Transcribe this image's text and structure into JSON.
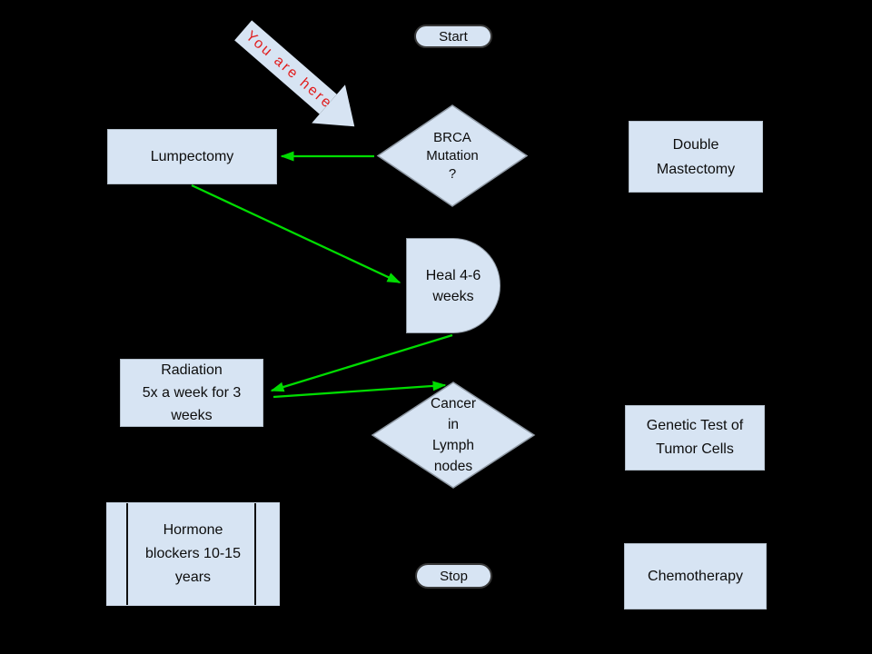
{
  "canvas": {
    "background": "#000000",
    "shape_fill": "#d7e4f3",
    "rect_border": "#b3bfcb",
    "shape_stroke": "#8f99a4",
    "oval_border": "#383838",
    "connector_color": "#00dc00",
    "annotation_color": "#e11d1d",
    "text_color": "#0d0d0d"
  },
  "nodes": {
    "start": {
      "type": "terminator",
      "label": "Start"
    },
    "you_are_here": {
      "type": "annotation-arrow",
      "label": "You are here"
    },
    "brca": {
      "type": "decision",
      "label": "BRCA\nMutation\n?"
    },
    "lumpectomy": {
      "type": "process",
      "label": "Lumpectomy"
    },
    "double_mastectomy": {
      "type": "process",
      "label": "Double\nMastectomy"
    },
    "heal": {
      "type": "delay",
      "label": "Heal 4-6\nweeks"
    },
    "radiation": {
      "type": "process",
      "label": "Radiation\n5x a week for 3\nweeks"
    },
    "cancer_lymph": {
      "type": "decision",
      "label": "Cancer\nin\nLymph\nnodes"
    },
    "genetic_test": {
      "type": "process",
      "label": "Genetic Test of\nTumor Cells"
    },
    "hormone": {
      "type": "predefined-process",
      "label": "Hormone\nblockers 10-15\nyears"
    },
    "stop": {
      "type": "terminator",
      "label": "Stop"
    },
    "chemotherapy": {
      "type": "process",
      "label": "Chemotherapy"
    }
  },
  "edges": [
    {
      "from": "brca",
      "to": "lumpectomy"
    },
    {
      "from": "lumpectomy",
      "to": "heal"
    },
    {
      "from": "heal",
      "to": "radiation"
    },
    {
      "from": "radiation",
      "to": "cancer_lymph"
    }
  ]
}
